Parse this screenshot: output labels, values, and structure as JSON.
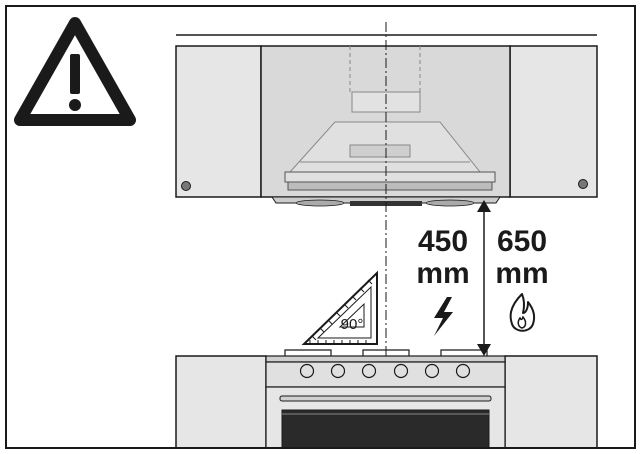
{
  "dimensions": {
    "electric": {
      "value": "450",
      "unit": "mm",
      "icon": "lightning-bolt-icon"
    },
    "gas": {
      "value": "650",
      "unit": "mm",
      "icon": "gas-flame-icon"
    }
  },
  "set_square": {
    "label": "90°"
  },
  "warning": {
    "icon": "warning-triangle-icon"
  },
  "colors": {
    "line": "#1a1a1a",
    "cabinet_fill": "#e6e6e6",
    "hood_fill": "#d9d9d9"
  }
}
